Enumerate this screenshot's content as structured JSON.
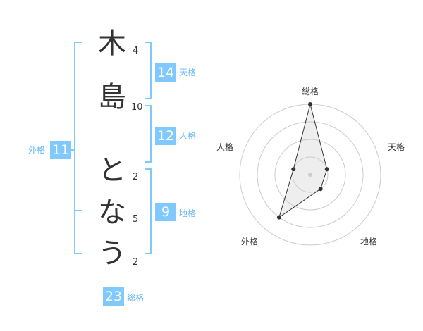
{
  "name_characters": [
    {
      "char": "木",
      "strokes": "4"
    },
    {
      "char": "島",
      "strokes": "10"
    },
    {
      "char": "と",
      "strokes": "2"
    },
    {
      "char": "な",
      "strokes": "5"
    },
    {
      "char": "う",
      "strokes": "2"
    }
  ],
  "fortune": {
    "tenkaku": {
      "value": "14",
      "label": "天格"
    },
    "jinkaku": {
      "value": "12",
      "label": "人格"
    },
    "chikaku": {
      "value": "9",
      "label": "地格"
    },
    "gaikaku": {
      "value": "11",
      "label": "外格"
    },
    "soukaku": {
      "value": "23",
      "label": "総格"
    }
  },
  "colors": {
    "accent": "#7fc9ff",
    "label_blue": "#64b5f6",
    "text": "#333333",
    "grid": "#cccccc"
  },
  "chart_data": {
    "type": "radar",
    "axes": [
      "総格",
      "天格",
      "地格",
      "外格",
      "人格"
    ],
    "values": [
      4,
      1,
      1,
      3,
      1
    ],
    "max": 4,
    "rings": 4
  }
}
